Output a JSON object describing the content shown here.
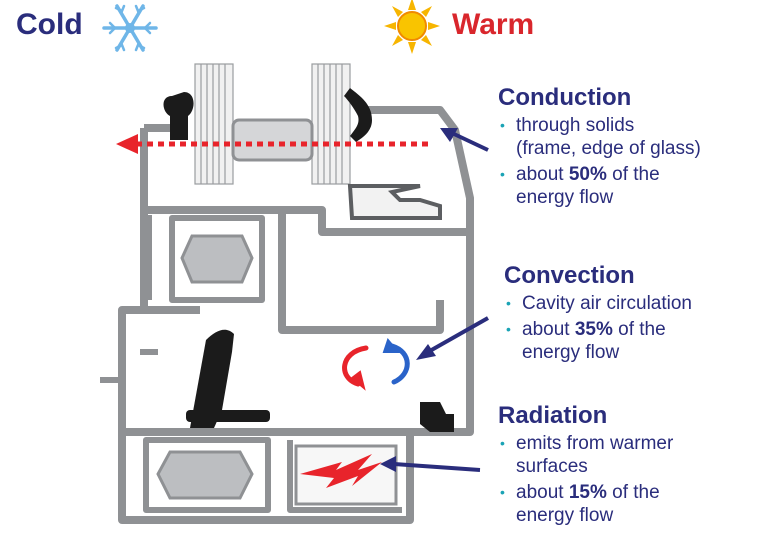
{
  "labels": {
    "cold": "Cold",
    "warm": "Warm"
  },
  "colors": {
    "navy": "#2a2d7c",
    "warm_red": "#d9262c",
    "bullet_teal": "#1aa3b5",
    "frame_gray": "#8f9194",
    "gasket_black": "#1b1b1b",
    "snow_blue": "#6fb6e8",
    "sun_yellow": "#f7b500",
    "arrow_red": "#e8242b"
  },
  "icons": {
    "cold": "snowflake-icon",
    "warm": "sun-icon"
  },
  "sections": {
    "conduction": {
      "title": "Conduction",
      "b1_l1": "through solids",
      "b1_l2": "(frame, edge of glass)",
      "b2_pre": "about ",
      "b2_pct": "50%",
      "b2_post": " of the",
      "b2_l2": "energy flow"
    },
    "convection": {
      "title": "Convection",
      "b1_l1": "Cavity air circulation",
      "b2_pre": "about ",
      "b2_pct": "35%",
      "b2_post": " of the",
      "b2_l2": "energy  flow"
    },
    "radiation": {
      "title": "Radiation",
      "b1_l1": "emits from warmer",
      "b1_l2": "surfaces",
      "b2_pre": "about ",
      "b2_pct": "15%",
      "b2_post": " of the",
      "b2_l2": "energy flow"
    }
  }
}
